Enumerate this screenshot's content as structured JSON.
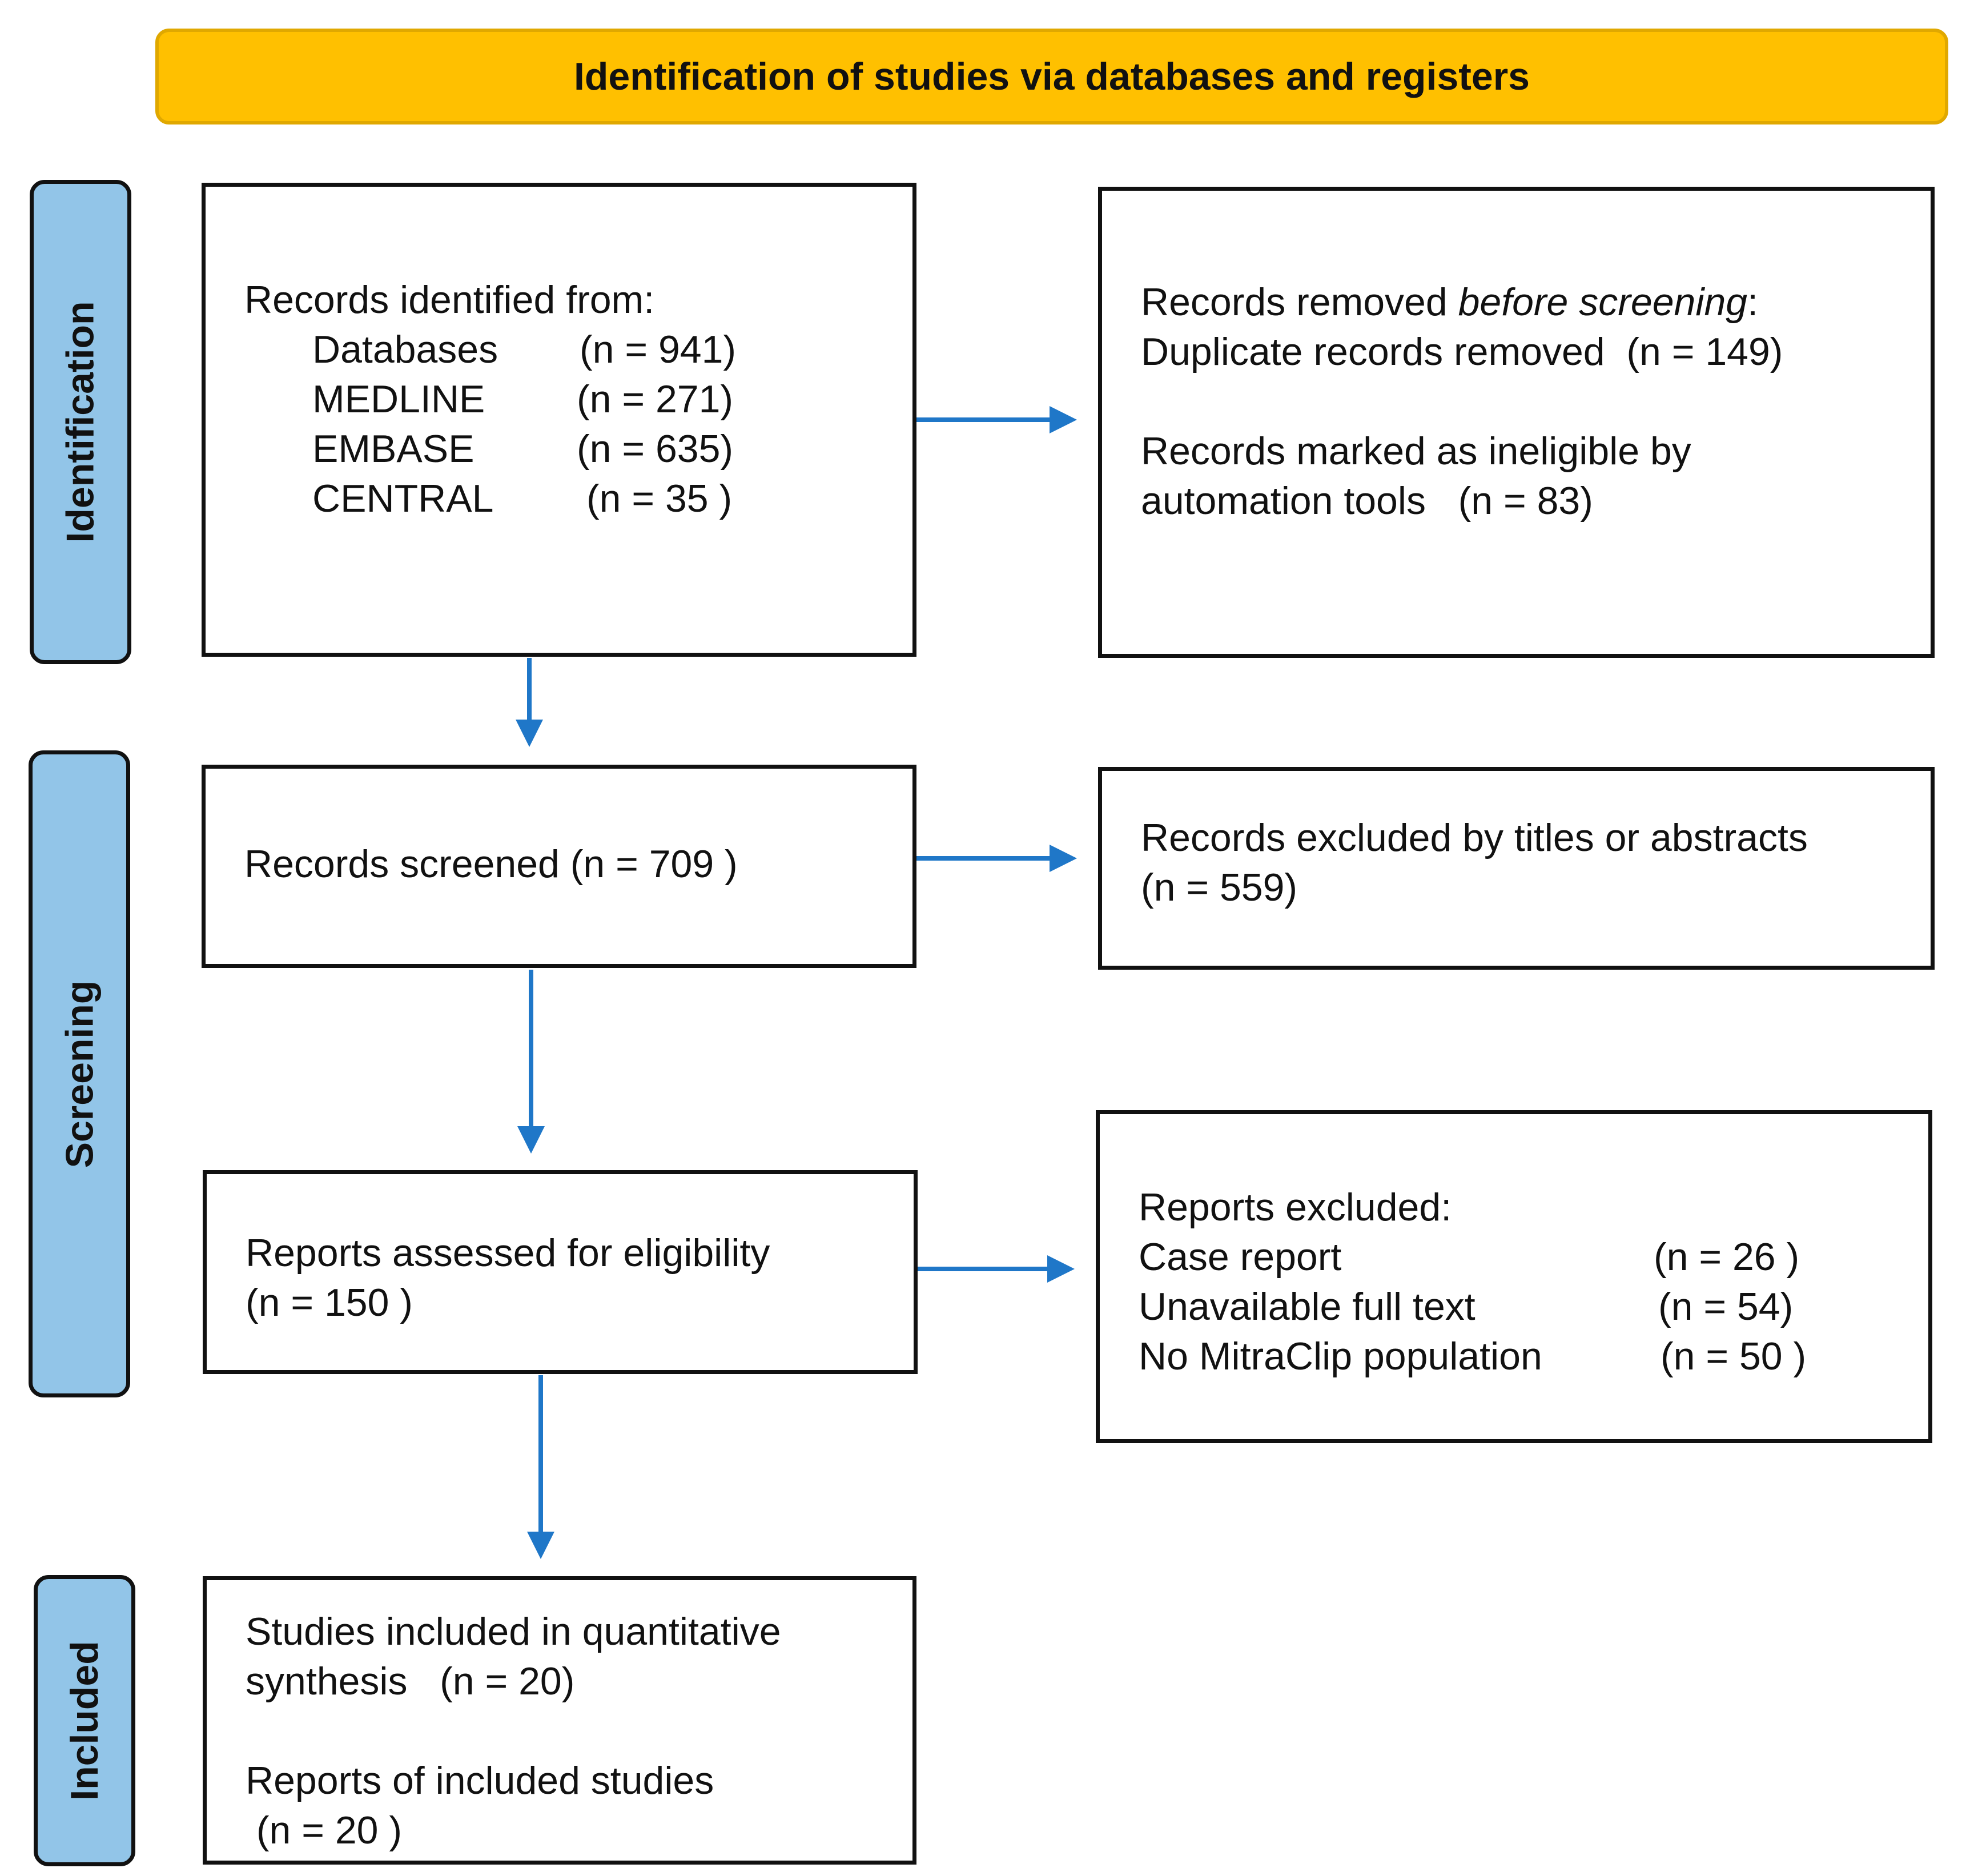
{
  "banner": {
    "title": "Identification of studies via databases and registers"
  },
  "phases": {
    "identification": "Identification",
    "screening": "Screening",
    "included": "Included"
  },
  "colors": {
    "banner": "#FFC000",
    "phase": "#92C5E8",
    "arrow": "#1F77C8"
  },
  "identified": {
    "heading": "Records identified from:",
    "sources": [
      {
        "name": "Databases",
        "count": "(n = 941)"
      },
      {
        "name": "MEDLINE",
        "count": "(n = 271)"
      },
      {
        "name": "EMBASE",
        "count": "(n = 635)"
      },
      {
        "name": "CENTRAL",
        "count": "(n = 35 )"
      }
    ]
  },
  "removed": {
    "heading_prefix": "Records removed ",
    "heading_italic": "before screening",
    "heading_suffix": ":",
    "duplicates": "Duplicate records removed  (n = 149)",
    "ineligible_line1": "Records marked as ineligible by",
    "ineligible_line2": "automation tools   (n = 83)"
  },
  "screened": {
    "text": "Records screened (n = 709 )"
  },
  "excluded_titles": {
    "line1": "Records excluded by titles or abstracts",
    "line2": "(n = 559)"
  },
  "assessed": {
    "line1": "Reports assessed for eligibility",
    "line2": "(n = 150 )"
  },
  "reports_excluded": {
    "heading": "Reports excluded:",
    "reasons": [
      {
        "name": "Case report",
        "count": "(n = 26 )"
      },
      {
        "name": "Unavailable full text",
        "count": "(n = 54)"
      },
      {
        "name": "No MitraClip population",
        "count": "(n = 50 )"
      }
    ]
  },
  "included": {
    "line1": "Studies included in quantitative",
    "line2": "synthesis   (n = 20)",
    "line3": "Reports of included studies",
    "line4": " (n = 20 )"
  }
}
